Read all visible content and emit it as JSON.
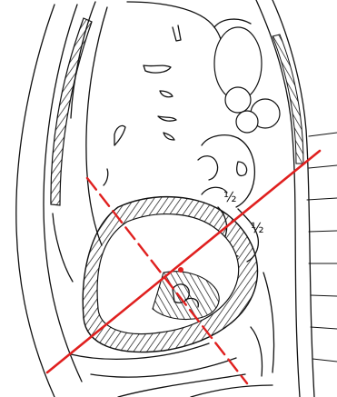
{
  "labels": {
    "half_upper": "½",
    "half_lower": "½"
  },
  "colors": {
    "ink": "#111111",
    "plane_line": "#e0201f",
    "background": "#ffffff"
  },
  "annotation_marks": {
    "solid_line": "red-solid-line",
    "dashed_line": "red-dashed-line",
    "intersection_dot": "red-dot"
  }
}
